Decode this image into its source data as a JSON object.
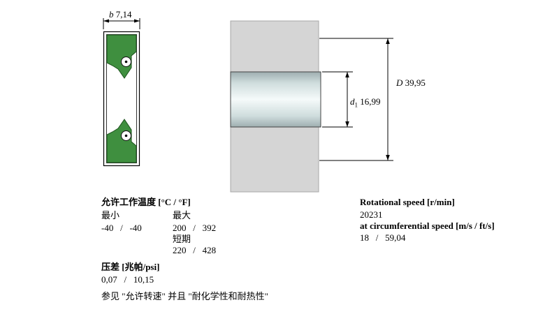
{
  "seal_drawing": {
    "dim_b": {
      "symbol": "b",
      "value": "7,14"
    },
    "colors": {
      "rubber_green": "#3f8f3f",
      "rubber_outline": "#1c521c"
    }
  },
  "mounting_drawing": {
    "dim_D": {
      "symbol": "D",
      "value": "39,95"
    },
    "dim_d1": {
      "symbol": "d",
      "subscript": "1",
      "value": "16,99"
    },
    "colors": {
      "housing_gray": "#d5d5d5",
      "shaft_dark": "#9eaeb0",
      "shaft_light": "#f5fafa"
    }
  },
  "specs": {
    "temperature": {
      "header": "允许工作温度 [°C / °F]",
      "min_label": "最小",
      "max_label": "最大",
      "min_value": "-40   /   -40",
      "max_value": "200   /   392",
      "short_term_label": "短期",
      "short_term_value": "220   /   428"
    },
    "pressure": {
      "header": "压差 [兆帕/psi]",
      "value": "0,07   /   10,15"
    },
    "note": "参见 \"允许转速\" 并且 \"耐化学性和耐热性\""
  },
  "speed": {
    "rotational_header": "Rotational speed [r/min]",
    "rotational_value": "20231",
    "circumferential_header": "at circumferential speed [m/s / ft/s]",
    "circumferential_value": "18   /   59,04"
  }
}
